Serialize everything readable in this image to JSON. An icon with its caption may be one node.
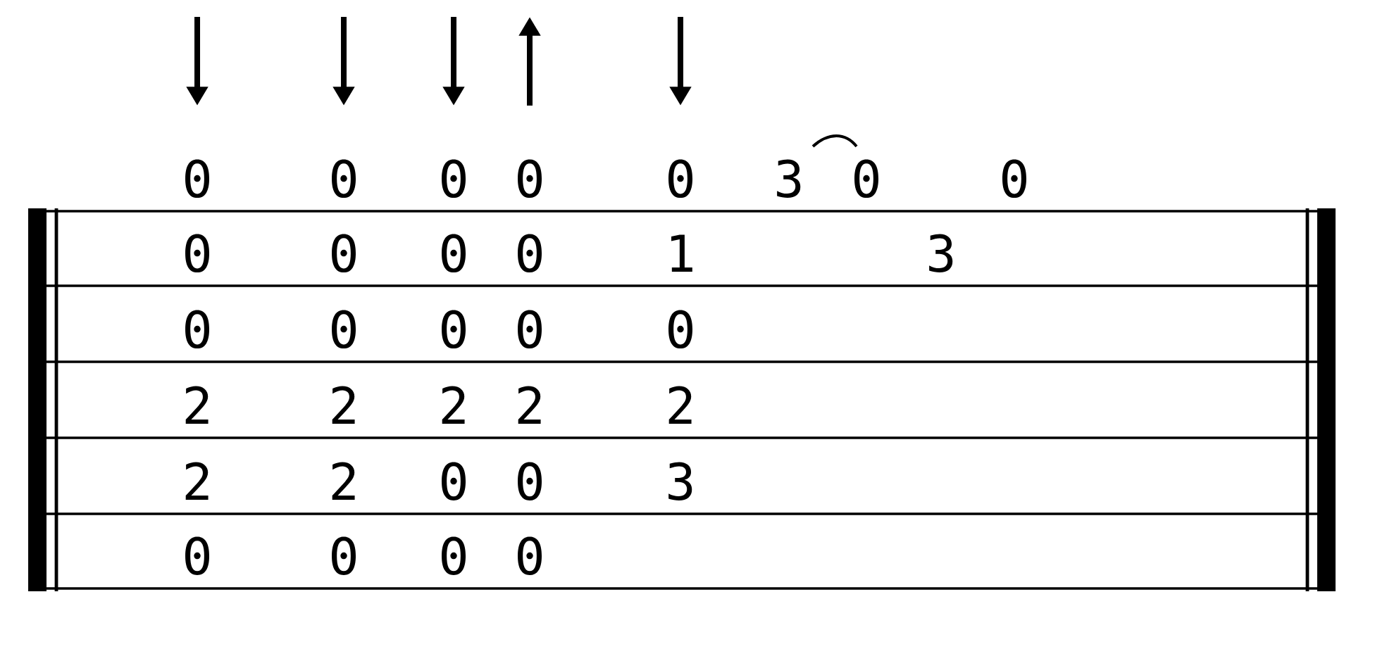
{
  "diagram": {
    "labels": [
      "0",
      "0",
      "0",
      "0",
      "0",
      "3",
      "0",
      "0",
      "0",
      "0",
      "0",
      "0",
      "1",
      "3",
      "0",
      "0",
      "0",
      "0",
      "0",
      "2",
      "2",
      "2",
      "2",
      "2",
      "2",
      "2",
      "0",
      "0",
      "3",
      "0",
      "0",
      "0",
      "0"
    ]
  }
}
